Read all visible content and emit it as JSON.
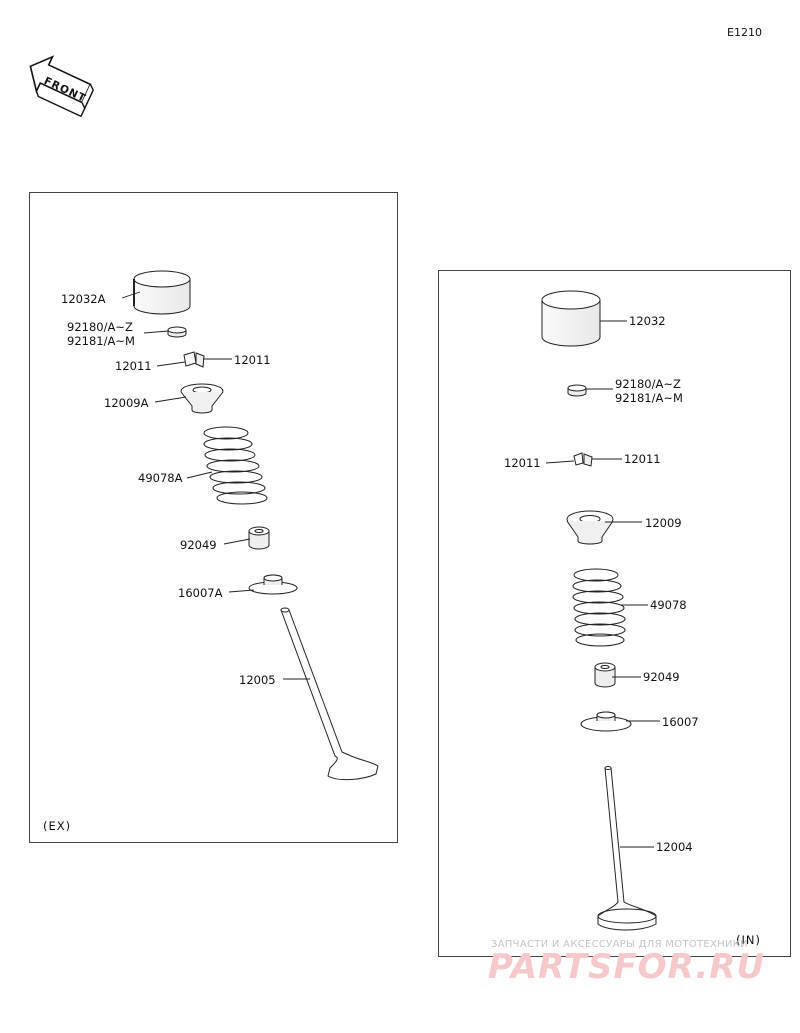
{
  "diagram_code": "E1210",
  "front_label": "FRONT",
  "exhaust": {
    "section_label": "(EX)",
    "parts": {
      "tappet": "12032A",
      "shim_line1": "92180/A~Z",
      "shim_line2": "92181/A~M",
      "keeper_left": "12011",
      "keeper_right": "12011",
      "retainer": "12009A",
      "spring": "49078A",
      "seal": "92049",
      "seat": "16007A",
      "valve": "12005"
    }
  },
  "intake": {
    "section_label": "(IN)",
    "parts": {
      "tappet": "12032",
      "shim_line1": "92180/A~Z",
      "shim_line2": "92181/A~M",
      "keeper_left": "12011",
      "keeper_right": "12011",
      "retainer": "12009",
      "spring": "49078",
      "seal": "92049",
      "seat": "16007",
      "valve": "12004"
    }
  },
  "watermark": {
    "line1": "ЗАПЧАСТИ И АКСЕССУАРЫ ДЛЯ МОТОТЕХНИКИ",
    "line2": "PARTSFOR.RU"
  }
}
